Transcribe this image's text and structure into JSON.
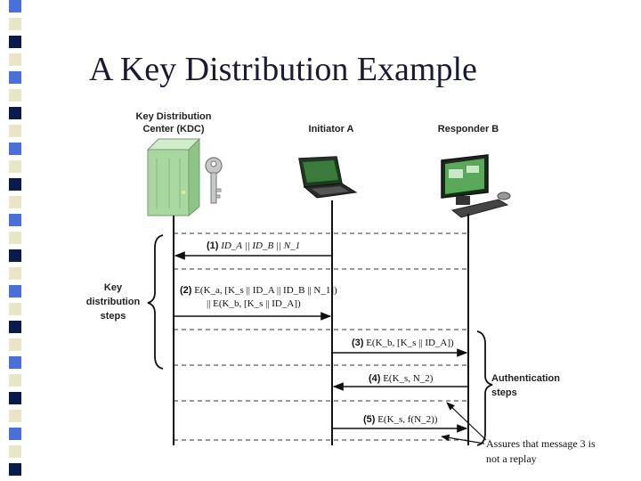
{
  "title": "A Key Distribution Example",
  "entities": {
    "kdc": "Key Distribution\nCenter (KDC)",
    "initiator": "Initiator A",
    "responder": "Responder B"
  },
  "groups": {
    "key_distribution": "Key\ndistribution\nsteps",
    "authentication": "Authentication\nsteps"
  },
  "messages": [
    {
      "step": "(1)",
      "text": "ID_A || ID_B || N_1"
    },
    {
      "step": "(2)",
      "text": "E(K_a, [K_s || ID_A || ID_B || N_1])",
      "text2": "|| E(K_b, [K_s || ID_A])"
    },
    {
      "step": "(3)",
      "text": "E(K_b, [K_s || ID_A])"
    },
    {
      "step": "(4)",
      "text": "E(K_s, N_2)"
    },
    {
      "step": "(5)",
      "text": "E(K_s, f(N_2))"
    }
  ],
  "note": "Assures that message 3 is\nnot a replay",
  "colors": {
    "stripe_blue": "#4a6fd8",
    "stripe_navy": "#0a1a4a",
    "stripe_tan": "#e8e6c6",
    "server": "#a8d8a0",
    "line": "#222222"
  },
  "icons": [
    "server-icon",
    "key-icon",
    "laptop-icon",
    "desktop-computer-icon",
    "keyboard-icon",
    "mouse-icon"
  ]
}
